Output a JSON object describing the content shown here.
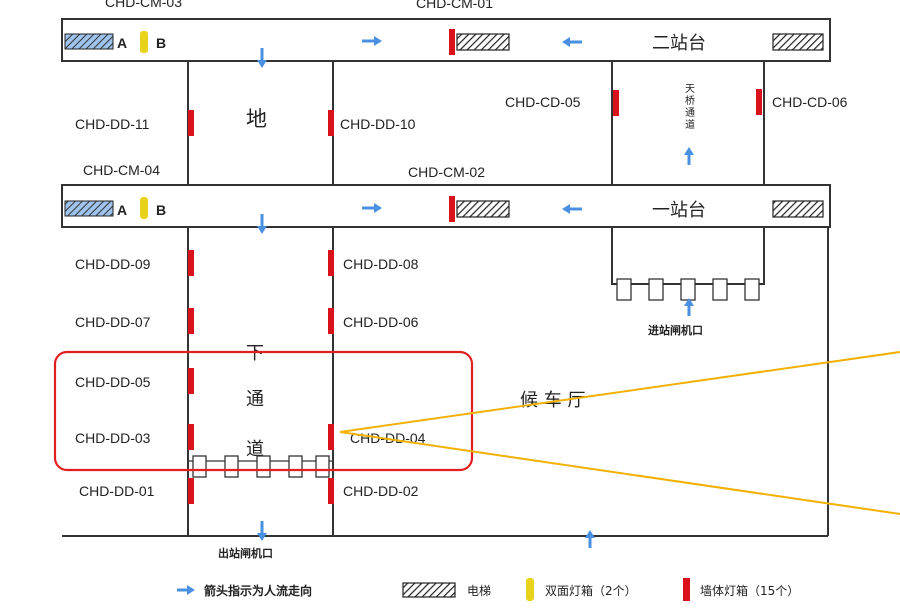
{
  "top_labels": {
    "cm03": "CHD-CM-03",
    "cm01": "CHD-CM-01"
  },
  "platform_upper": {
    "name": "二站台",
    "a": "A",
    "b": "B"
  },
  "platform_lower": {
    "name": "一站台",
    "a": "A",
    "b": "B"
  },
  "left_column": {
    "upper_char": "地",
    "lower_chars": [
      "下",
      "通",
      "道"
    ]
  },
  "right_passage": {
    "chars": [
      "天",
      "桥",
      "通",
      "道"
    ]
  },
  "hall": {
    "name": "候 车 厅"
  },
  "labels": {
    "dd11": "CHD-DD-11",
    "dd10": "CHD-DD-10",
    "cd05": "CHD-CD-05",
    "cd06": "CHD-CD-06",
    "cm04": "CHD-CM-04",
    "cm02": "CHD-CM-02",
    "dd09": "CHD-DD-09",
    "dd08": "CHD-DD-08",
    "dd07": "CHD-DD-07",
    "dd06": "CHD-DD-06",
    "dd05": "CHD-DD-05",
    "dd03": "CHD-DD-03",
    "dd04": "CHD-DD-04",
    "dd01": "CHD-DD-01",
    "dd02": "CHD-DD-02"
  },
  "gates": {
    "entry": "进站闸机口",
    "exit": "出站闸机口"
  },
  "legend": {
    "arrow": "箭头指示为人流走向",
    "escalator": "电梯",
    "double_box": "双面灯箱（2个）",
    "wall_box": "墙体灯箱（15个）"
  },
  "colors": {
    "arrow": "#4a90e2",
    "wall_box": "#d9121b",
    "double_box": "#e8d21a",
    "highlight": "#e02020",
    "callout": "#f2b100",
    "line": "#333333"
  }
}
